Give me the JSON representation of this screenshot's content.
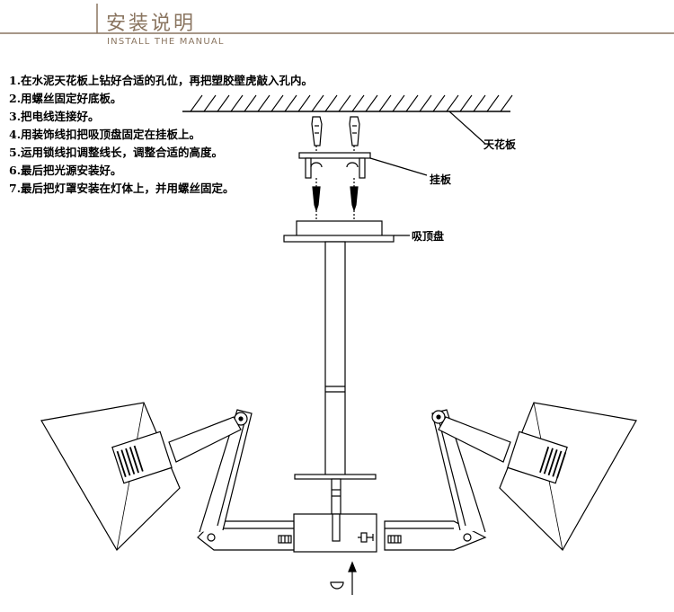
{
  "header": {
    "title": "安装说明",
    "subtitle": "INSTALL THE MANUAL"
  },
  "steps": [
    "1.在水泥天花板上钻好合适的孔位，再把塑胶壁虎敲入孔内。",
    "2.用螺丝固定好底板。",
    "3.把电线连接好。",
    "4.用装饰线扣把吸顶盘固定在挂板上。",
    "5.运用锁线扣调整线长，调整合适的高度。",
    "6.最后把光源安装好。",
    "7.最后把灯罩安装在灯体上，并用螺丝固定。"
  ],
  "labels": {
    "ceiling": "天花板",
    "hanging_plate": "挂板",
    "ceiling_cup": "吸顶盘"
  },
  "colors": {
    "header_accent": "#8a7560",
    "line": "#000000"
  }
}
